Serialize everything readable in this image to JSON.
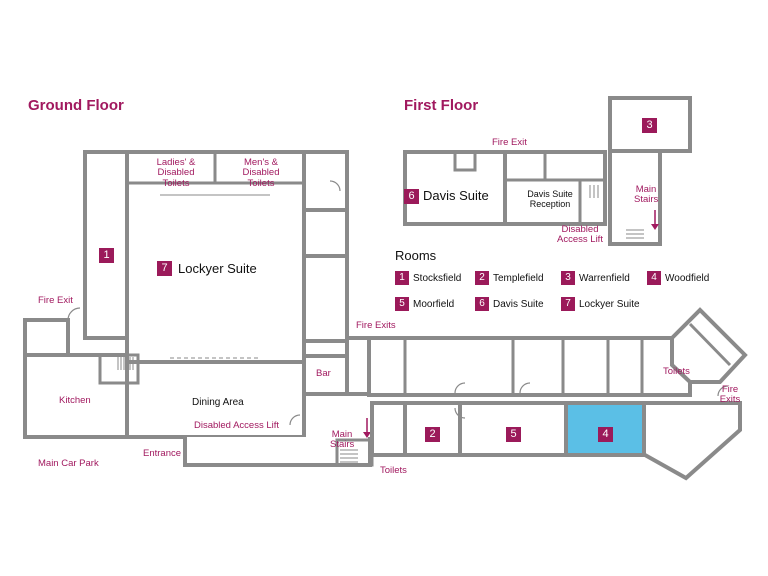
{
  "headings": {
    "ground_floor": "Ground Floor",
    "first_floor": "First Floor"
  },
  "legend": {
    "title": "Rooms",
    "items": [
      {
        "number": "1",
        "name": "Stocksfield"
      },
      {
        "number": "2",
        "name": "Templefield"
      },
      {
        "number": "3",
        "name": "Warrenfield"
      },
      {
        "number": "4",
        "name": "Woodfield"
      },
      {
        "number": "5",
        "name": "Moorfield"
      },
      {
        "number": "6",
        "name": "Davis Suite"
      },
      {
        "number": "7",
        "name": "Lockyer Suite"
      }
    ]
  },
  "ground_floor_labels": {
    "ladies_toilets": "Ladies' & Disabled Toilets",
    "mens_toilets": "Men's & Disabled Toilets",
    "lockyer_suite": "Lockyer Suite",
    "fire_exit": "Fire Exit",
    "fire_exits": "Fire Exits",
    "kitchen": "Kitchen",
    "dining_area": "Dining Area",
    "disabled_access_lift": "Disabled Access Lift",
    "bar": "Bar",
    "main_stairs": "Main Stairs",
    "toilets_bottom": "Toilets",
    "toilets_right": "Toilets",
    "fire_exits_right": "Fire Exits",
    "entrance": "Entrance",
    "main_car_park": "Main Car Park"
  },
  "first_floor_labels": {
    "fire_exit": "Fire Exit",
    "davis_suite": "Davis Suite",
    "davis_reception": "Davis Suite Reception",
    "disabled_access_lift": "Disabled Access Lift",
    "main_stairs": "Main Stairs"
  },
  "room_badges": {
    "r1": "1",
    "r2": "2",
    "r3": "3",
    "r4": "4",
    "r5": "5",
    "r6": "6",
    "r7": "7"
  },
  "colors": {
    "accent": "#9b1a5a",
    "label_text": "#a1195f",
    "wall": "#8a8a8a",
    "highlight_room": "#5bbfe6"
  },
  "highlighted_room": "4"
}
